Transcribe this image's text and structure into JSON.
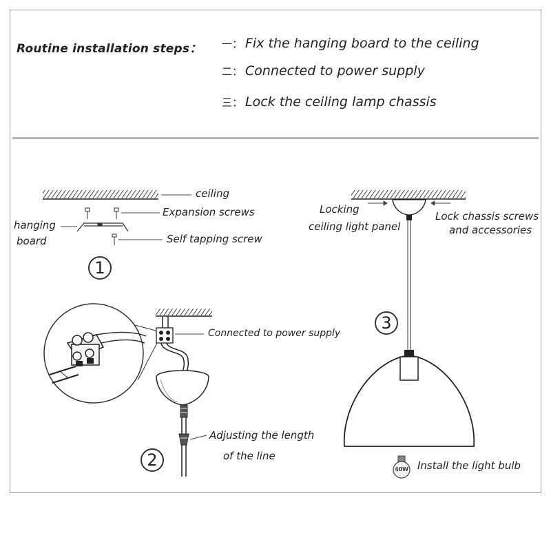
{
  "header": {
    "title": "Routine installation steps：",
    "steps": [
      {
        "num": "一：",
        "text": "Fix the hanging board to the ceiling"
      },
      {
        "num": "二：",
        "text": "Connected to power supply"
      },
      {
        "num": "三：",
        "text": "Lock the ceiling lamp chassis"
      }
    ]
  },
  "step1": {
    "ceiling": "ceiling",
    "expansion_screws": "Expansion screws",
    "hanging": "hanging",
    "board": "board",
    "self_tapping": "Self tapping screw",
    "number": "1"
  },
  "step2": {
    "power": "Connected to power supply",
    "adjust_1": "Adjusting the length",
    "adjust_2": "of the line",
    "number": "2"
  },
  "step3": {
    "locking": "Locking",
    "panel": "ceiling light panel",
    "lock_1": "Lock chassis screws",
    "lock_2": "and accessories",
    "number": "3",
    "bulb_label": "Install the light bulb",
    "bulb_watt": "40W"
  }
}
